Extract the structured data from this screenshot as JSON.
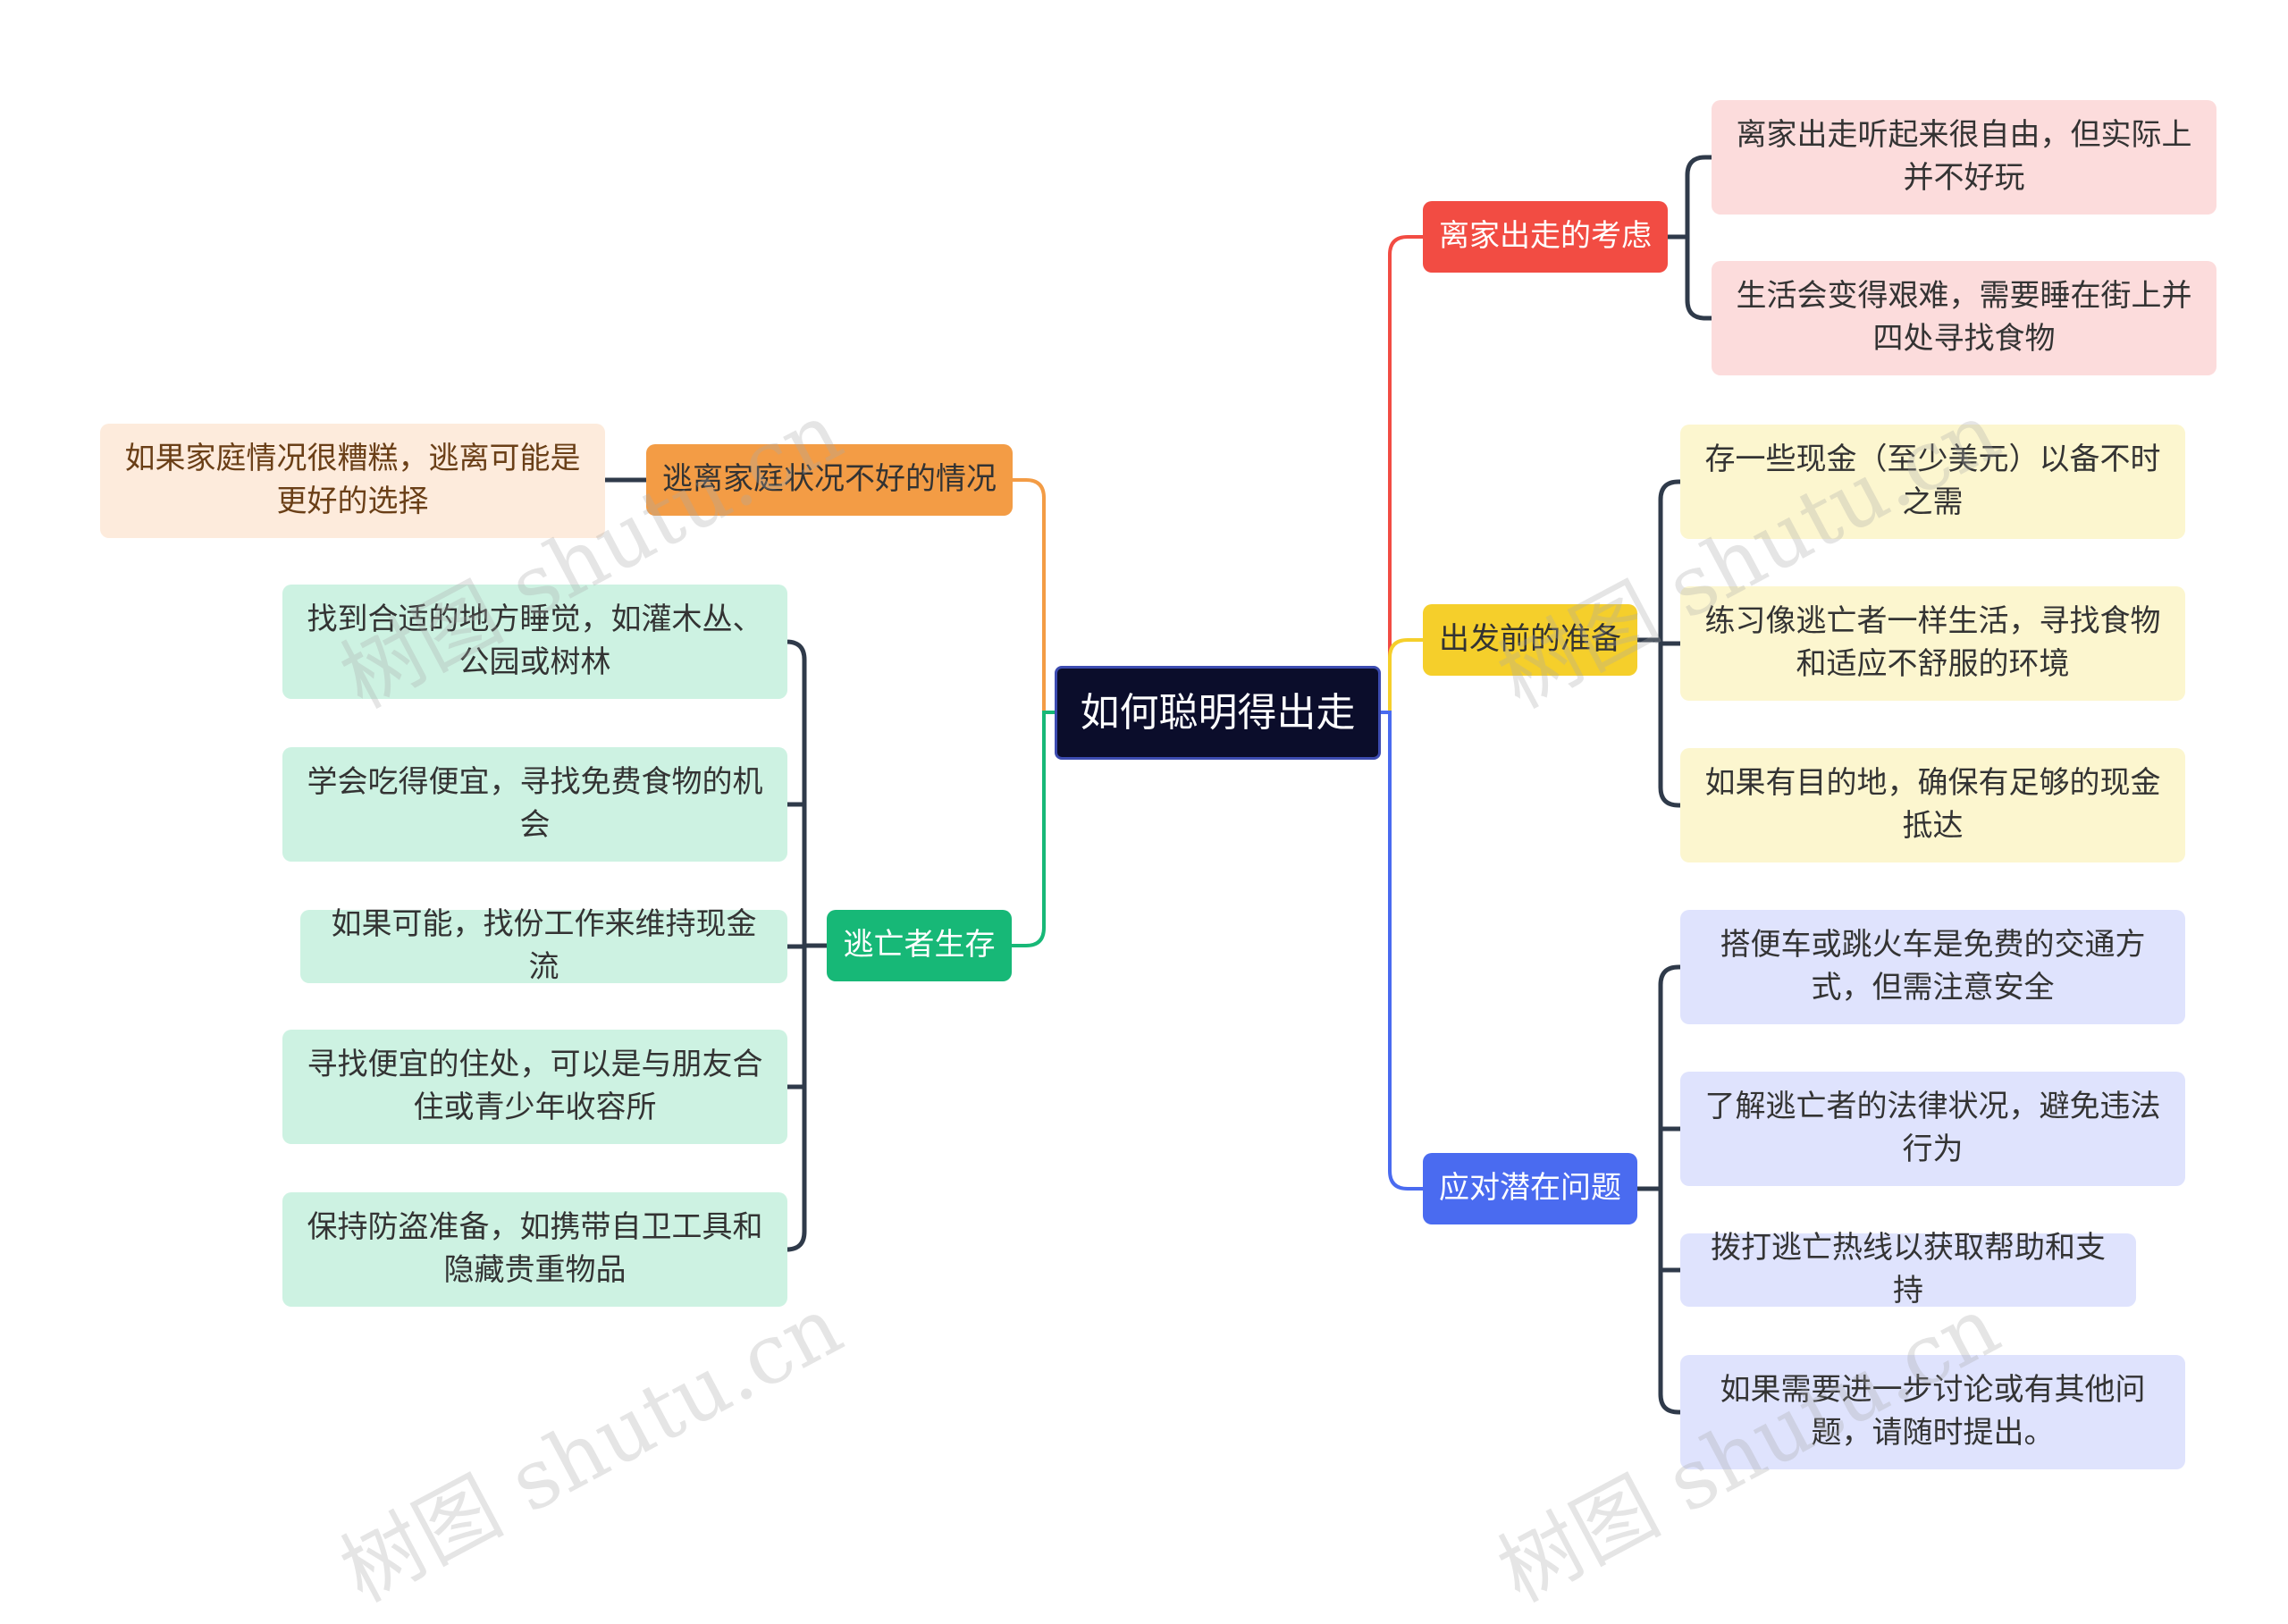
{
  "root": {
    "label": "如何聪明得出走"
  },
  "branches": {
    "consider": {
      "label": "离家出走的考虑",
      "items": [
        "离家出走听起来很自由，但实际上并不好玩",
        "生活会变得艰难，需要睡在街上并四处寻找食物"
      ]
    },
    "prepare": {
      "label": "出发前的准备",
      "items": [
        "存一些现金（至少美元）以备不时之需",
        "练习像逃亡者一样生活，寻找食物和适应不舒服的环境",
        "如果有目的地，确保有足够的现金抵达"
      ]
    },
    "handle": {
      "label": "应对潜在问题",
      "items": [
        "搭便车或跳火车是免费的交通方式，但需注意安全",
        "了解逃亡者的法律状况，避免违法行为",
        "拨打逃亡热线以获取帮助和支持",
        "如果需要进一步讨论或有其他问题，请随时提出。"
      ]
    },
    "escape": {
      "label": "逃离家庭状况不好的情况",
      "items": [
        "如果家庭情况很糟糕，逃离可能是更好的选择"
      ]
    },
    "survive": {
      "label": "逃亡者生存",
      "items": [
        "找到合适的地方睡觉，如灌木丛、公园或树林",
        "学会吃得便宜，寻找免费食物的机会",
        "如果可能，找份工作来维持现金流",
        "寻找便宜的住处，可以是与朋友合住或青少年收容所",
        "保持防盗准备，如携带自卫工具和隐藏贵重物品"
      ]
    }
  },
  "colors": {
    "root": "#0b0d2b",
    "consider": "#f24c43",
    "prepare": "#f5cf2b",
    "handle": "#4a6bf0",
    "escape": "#f39c45",
    "survive": "#17b877",
    "connector": "#2f3a4a"
  },
  "watermark": "树图 shutu.cn"
}
